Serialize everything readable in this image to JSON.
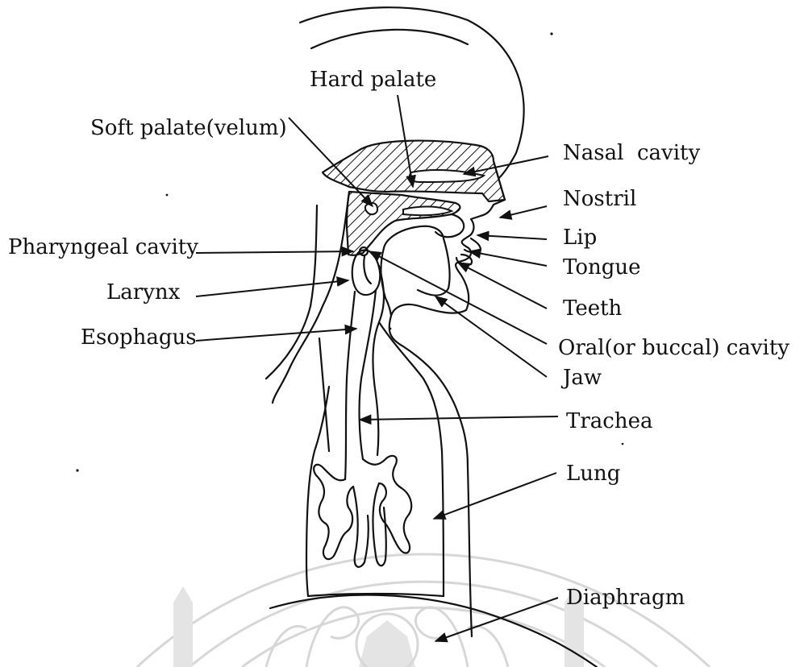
{
  "labels": {
    "hard_palate": "Hard palate",
    "soft_palate": "Soft palate(velum)",
    "nasal_cavity": "Nasal  cavity",
    "nostril": "Nostril",
    "lip": "Lip",
    "tongue": "Tongue",
    "teeth": "Teeth",
    "oral_cavity": "Oral(or buccal) cavity",
    "jaw": "Jaw",
    "pharyngeal_cavity": "Pharyngeal cavity",
    "larynx": "Larynx",
    "esophagus": "Esophagus",
    "trachea": "Trachea",
    "lung": "Lung",
    "diaphragm": "Diaphragm"
  },
  "watermark": {
    "description_icon": "university-seal-watermark-icon",
    "color": "#d7d7d7"
  },
  "colors": {
    "ink": "#111111",
    "background": "#ffffff"
  }
}
